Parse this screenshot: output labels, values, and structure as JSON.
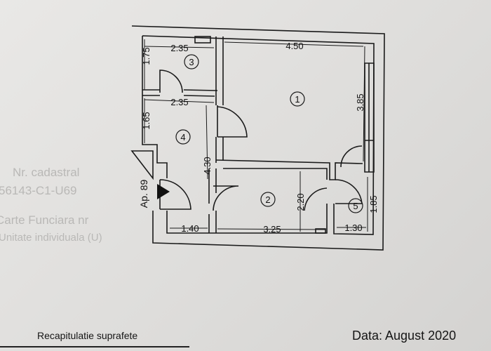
{
  "stamp": {
    "line1": "Nr. cadastral",
    "line2": "56143-C1-U69",
    "line3": "Carte Funciara nr",
    "line4": "Unitate individuala (U)"
  },
  "plan": {
    "apartment_label": "Ap. 89",
    "rooms": [
      "1",
      "2",
      "3",
      "4",
      "5"
    ],
    "dimensions": {
      "d_2_35_top": "2.35",
      "d_1_75": "1.75",
      "d_4_50": "4.50",
      "d_2_35_mid": "2.35",
      "d_1_65": "1.65",
      "d_3_85": "3.85",
      "d_4_30": "4.30",
      "d_2_20": "2.20",
      "d_1_85": "1.85",
      "d_1_40": "1.40",
      "d_3_25": "3.25",
      "d_1_30": "1.30"
    }
  },
  "footer": {
    "summary_title": "Recapitulatie suprafete",
    "date": "Data: August 2020"
  },
  "colors": {
    "ink": "#1a1a1a",
    "paper": "#e4e3e1"
  }
}
